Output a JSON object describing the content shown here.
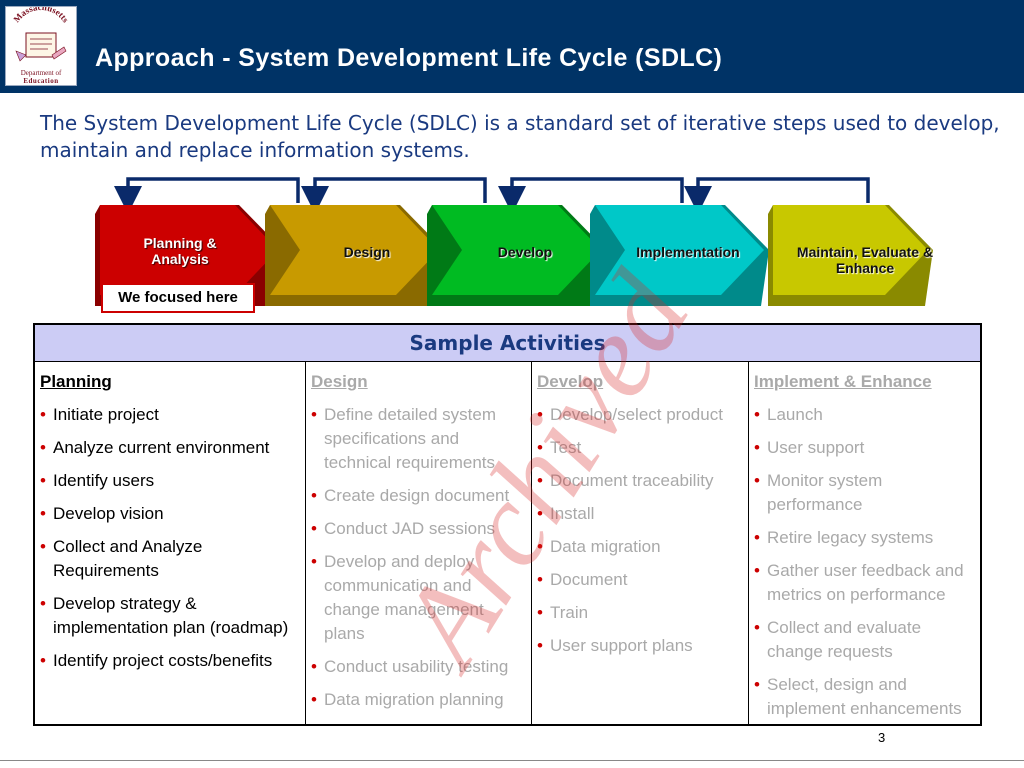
{
  "header": {
    "title": "Approach - System Development Life Cycle (SDLC)",
    "logo": {
      "arc_text": "Massachusetts",
      "line1": "Department of",
      "line2": "Education",
      "icon": "massachusetts-doe-logo"
    }
  },
  "intro": "The System Development Life Cycle (SDLC) is a standard set of iterative steps used to develop, maintain and replace information systems.",
  "flow": {
    "stages": [
      {
        "label": "Planning & Analysis",
        "color": "#cc0000"
      },
      {
        "label": "Design",
        "color": "#c89a00"
      },
      {
        "label": "Develop",
        "color": "#00bb22"
      },
      {
        "label": "Implementation",
        "color": "#00c8c8"
      },
      {
        "label": "Maintain, Evaluate & Enhance",
        "color": "#c8c800"
      }
    ],
    "focus_label": "We focused here",
    "feedback_arrow_color": "#0a2a6a"
  },
  "table": {
    "header": "Sample Activities",
    "columns": [
      {
        "title": "Planning",
        "items": [
          "Initiate project",
          "Analyze current environment",
          "Identify users",
          "Develop vision",
          "Collect and Analyze Requirements",
          "Develop strategy & implementation plan (roadmap)",
          "Identify project costs/benefits"
        ]
      },
      {
        "title": "Design",
        "items": [
          "Define detailed system specifications and technical requirements",
          "Create design document",
          "Conduct JAD sessions",
          "Develop and deploy communication and change management plans",
          "Conduct usability testing",
          "Data migration planning"
        ]
      },
      {
        "title": "Develop",
        "items": [
          "Develop/select product",
          "Test",
          "Document traceability",
          "Install",
          "Data migration",
          "Document",
          "Train",
          "User support plans"
        ]
      },
      {
        "title": "Implement & Enhance",
        "items": [
          "Launch",
          "User support",
          "Monitor system performance",
          "Retire legacy systems",
          "Gather user feedback and metrics on performance",
          "Collect and evaluate change requests",
          "Select, design and implement enhancements"
        ]
      }
    ]
  },
  "watermark": "Archived",
  "page_number": "3"
}
